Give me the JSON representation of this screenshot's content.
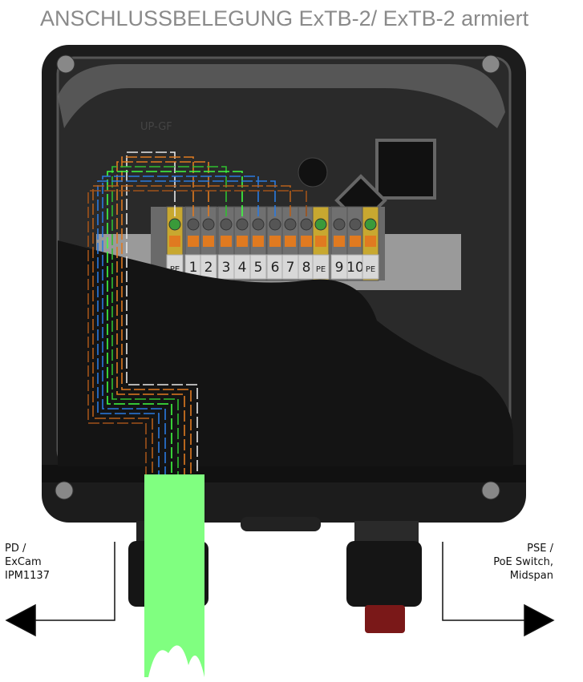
{
  "title": "ANSCHLUSSBELEGUNG ExTB-2/ ExTB-2 armiert",
  "enclosure_mark": "UP-GF",
  "terminals": [
    "PE",
    "1",
    "2",
    "3",
    "4",
    "5",
    "6",
    "7",
    "8",
    "PE",
    "9",
    "10",
    "PE"
  ],
  "left_label": {
    "line1": "PD /",
    "line2": "ExCam",
    "line3": "IPM1137"
  },
  "right_label": {
    "line1": "PSE /",
    "line2": "PoE Switch,",
    "line3": "Midspan"
  },
  "colors": {
    "enclosure": "#1c1c1c",
    "cable": "#80ff80",
    "pe_terminal": "#c8a830",
    "orange": "#e07a20",
    "green": "#30d030",
    "blue": "#2a7ae0",
    "brown": "#a0521a",
    "white": "#e8e8e8"
  },
  "wire_colors": [
    "#e8e8e8",
    "#e07a20",
    "#e07a20",
    "#30c030",
    "#40ff40",
    "#2a7ae0",
    "#2a7ae0",
    "#b8601a",
    "#a0521a"
  ]
}
